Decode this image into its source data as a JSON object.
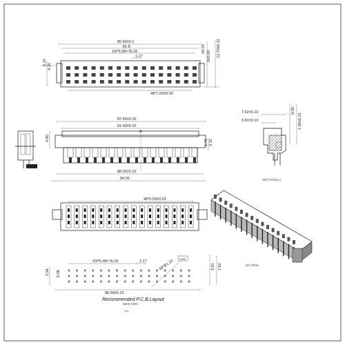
{
  "top_view": {
    "dims": {
      "overall": "85.50±0.1",
      "inner": "81.8",
      "pitch_span": "15P5.08=76.20",
      "offset": "1.27",
      "height_right_1": "±0.05",
      "height_right_2": "9±0.00",
      "height_right_3": "12.70±0.10",
      "left_1": "6.15",
      "left_2": "4.15",
      "pitch_bottom": "48*1.50±0.03"
    }
  },
  "front_view": {
    "dims": {
      "overall": "87.65±0.15",
      "inner": "81.60±0.15",
      "marker": "A",
      "bottom_inner": "88.90±0.15",
      "bottom_overall": "94.05",
      "left_height": "4.80",
      "right_1": "1.70",
      "right_2": "3.15"
    }
  },
  "section_view": {
    "dims": {
      "width_1": "7.62±0.10",
      "width_2": "3.81±0.10",
      "height_1": "0.00",
      "height_2": "1.00±0.10"
    },
    "caption": "SECTIONA-A"
  },
  "bottom_view": {
    "dims": {
      "pitch": "48*0.53±0.03"
    }
  },
  "iso_view": {
    "caption": "3D VIEW"
  },
  "pcb_layout": {
    "dims": {
      "pitch_span": "15P5.08=76.20",
      "offset": "1.27",
      "hole_callout": "48*Ø1.10",
      "tolerance_box": "0.05",
      "left_1": "2.54",
      "left_2": "5.08",
      "right_1": "3.81",
      "right_2": "7.62",
      "overall": "88.90±0.10"
    },
    "title": "Recommended P.C.B.Layout",
    "subtitle": "NEW DWG",
    "footer": "1:1"
  },
  "colors": {
    "line": "#111111",
    "dimension": "#444444",
    "background": "#ffffff"
  }
}
